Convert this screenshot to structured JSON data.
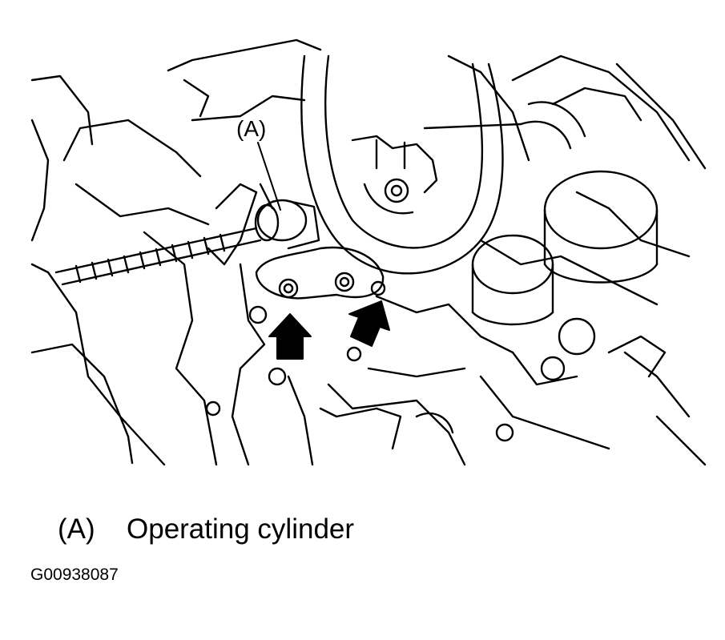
{
  "diagram": {
    "callout": "(A)",
    "arrow_count": 2
  },
  "legend": {
    "key": "(A)",
    "text": "Operating cylinder"
  },
  "figure_id": "G00938087"
}
